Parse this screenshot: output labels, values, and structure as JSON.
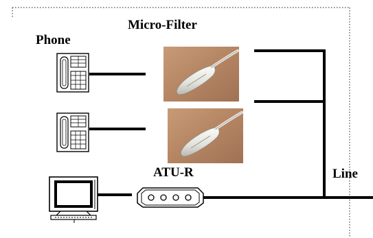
{
  "labels": {
    "phone": "Phone",
    "micro_filter": "Micro-Filter",
    "atu_r": "ATU-R",
    "line": "Line"
  },
  "icons": [
    "telephone-icon",
    "micro-filter-photo",
    "computer-icon",
    "modem-icon"
  ],
  "colors": {
    "wire": "#000000",
    "filter_background": "#b98a66",
    "filter_body": "#e8e8e2"
  }
}
